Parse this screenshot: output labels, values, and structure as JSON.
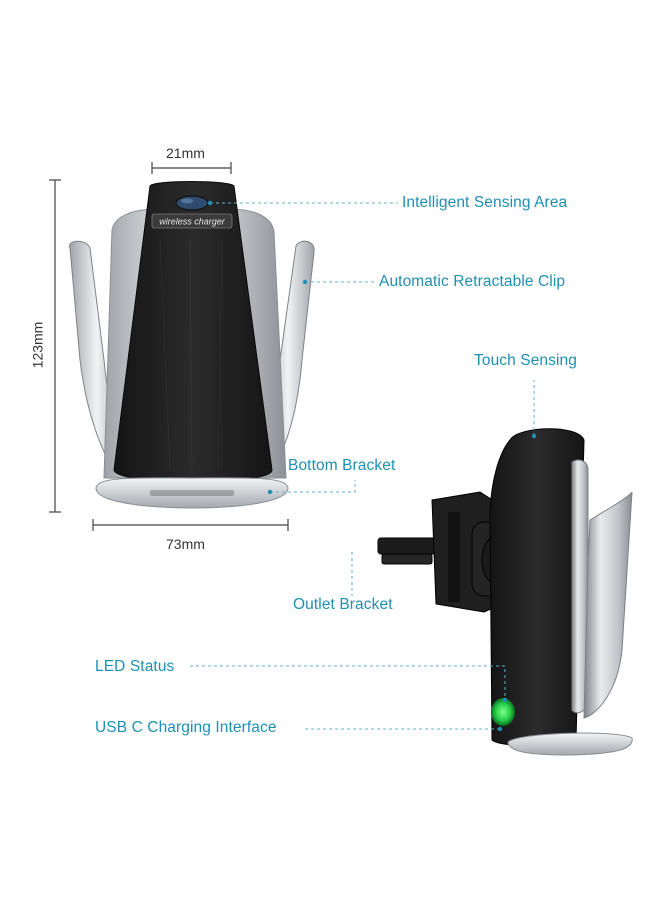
{
  "product": {
    "emblem_text": "wireless charger"
  },
  "dimensions": {
    "top_width": "21mm",
    "height": "123mm",
    "bottom_width": "73mm"
  },
  "callouts": {
    "intelligent_sensing_area": "Intelligent Sensing Area",
    "automatic_retractable_clip": "Automatic Retractable Clip",
    "touch_sensing": "Touch Sensing",
    "bottom_bracket": "Bottom Bracket",
    "outlet_bracket": "Outlet Bracket",
    "led_status": "LED Status",
    "usb_c_charging_interface": "USB C Charging Interface"
  },
  "colors": {
    "callout_text": "#1f8fb3",
    "leader_line": "#5fb3cf",
    "dimension_line": "#444444",
    "body_black": "#1e1e1e",
    "clip_silver": "#c9cbcf",
    "led_green": "#27d04a"
  }
}
